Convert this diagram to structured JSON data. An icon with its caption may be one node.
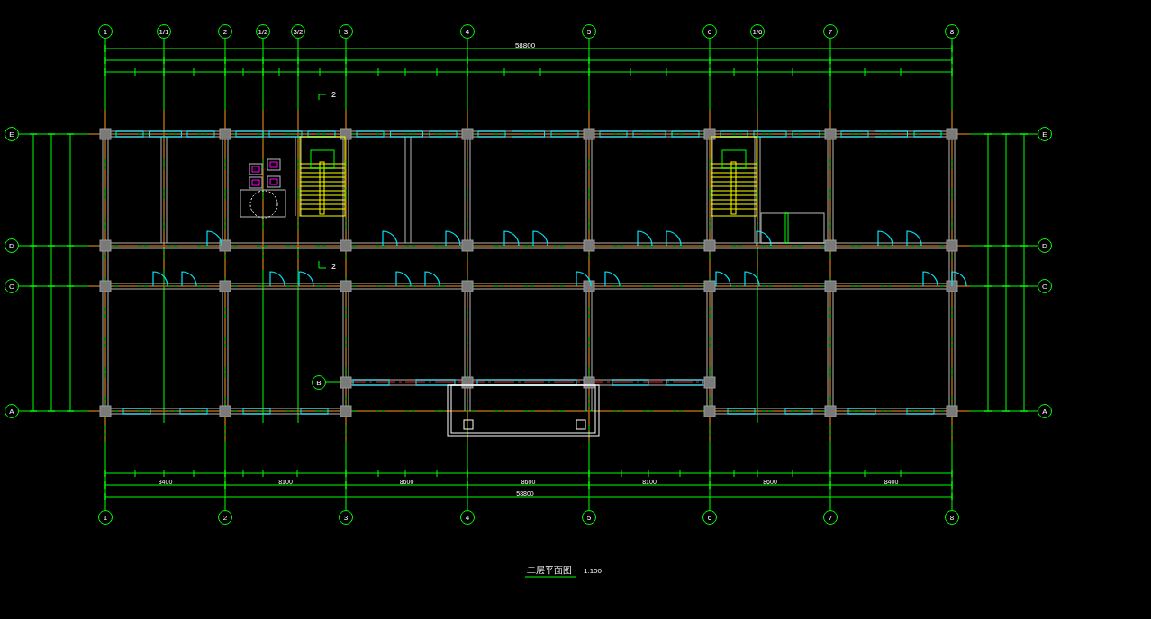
{
  "diagram": {
    "title": "二层平面图",
    "nodes": [
      {
        "text": [
          "1"
        ]
      },
      {
        "text": [
          "1/1"
        ]
      },
      {
        "text": [
          "2"
        ]
      },
      {
        "text": [
          "1/2"
        ]
      },
      {
        "text": [
          "3/2"
        ]
      },
      {
        "text": [
          "3"
        ]
      },
      {
        "text": [
          "4"
        ]
      },
      {
        "text": [
          "5"
        ]
      },
      {
        "text": [
          "6"
        ]
      },
      {
        "text": [
          "1/6"
        ]
      },
      {
        "text": [
          "7"
        ]
      },
      {
        "text": [
          "8"
        ]
      },
      {
        "text": [
          "E"
        ]
      },
      {
        "text": [
          "D"
        ]
      },
      {
        "text": [
          "C"
        ]
      },
      {
        "text": [
          "A"
        ]
      },
      {
        "text": [
          "B"
        ]
      },
      {
        "text": [
          "E"
        ]
      },
      {
        "text": [
          "D"
        ]
      },
      {
        "text": [
          "C"
        ]
      },
      {
        "text": [
          "A"
        ]
      },
      {
        "text": [
          "1"
        ]
      },
      {
        "text": [
          "2"
        ]
      },
      {
        "text": [
          "3"
        ]
      },
      {
        "text": [
          "4"
        ]
      },
      {
        "text": [
          "5"
        ]
      },
      {
        "text": [
          "6"
        ]
      },
      {
        "text": [
          "7"
        ]
      },
      {
        "text": [
          "8"
        ]
      }
    ],
    "edges": [
      {
        "from": 0,
        "to": 21,
        "arrow": "none"
      },
      {
        "from": 1,
        "to": null,
        "arrow": "none"
      },
      {
        "from": 2,
        "to": 22,
        "arrow": "none"
      },
      {
        "from": 3,
        "to": null,
        "arrow": "none"
      },
      {
        "from": 4,
        "to": null,
        "arrow": "none"
      },
      {
        "from": 5,
        "to": 23,
        "arrow": "none"
      },
      {
        "from": 6,
        "to": 24,
        "arrow": "none"
      },
      {
        "from": 7,
        "to": 25,
        "arrow": "none"
      },
      {
        "from": 8,
        "to": 26,
        "arrow": "none"
      },
      {
        "from": 9,
        "to": null,
        "arrow": "none"
      },
      {
        "from": 10,
        "to": 27,
        "arrow": "none"
      },
      {
        "from": 11,
        "to": 28,
        "arrow": "none"
      },
      {
        "from": 12,
        "to": 17,
        "arrow": "none"
      },
      {
        "from": 13,
        "to": 18,
        "arrow": "none"
      },
      {
        "from": 14,
        "to": 19,
        "arrow": "none"
      },
      {
        "from": 15,
        "to": 20,
        "arrow": "none"
      },
      {
        "from": 16,
        "to": null,
        "arrow": "none"
      }
    ],
    "labels": [
      "58800",
      "2",
      "2",
      "8400",
      "8100",
      "8600",
      "8600",
      "8100",
      "8600",
      "8400",
      "58800",
      "1:100"
    ]
  }
}
